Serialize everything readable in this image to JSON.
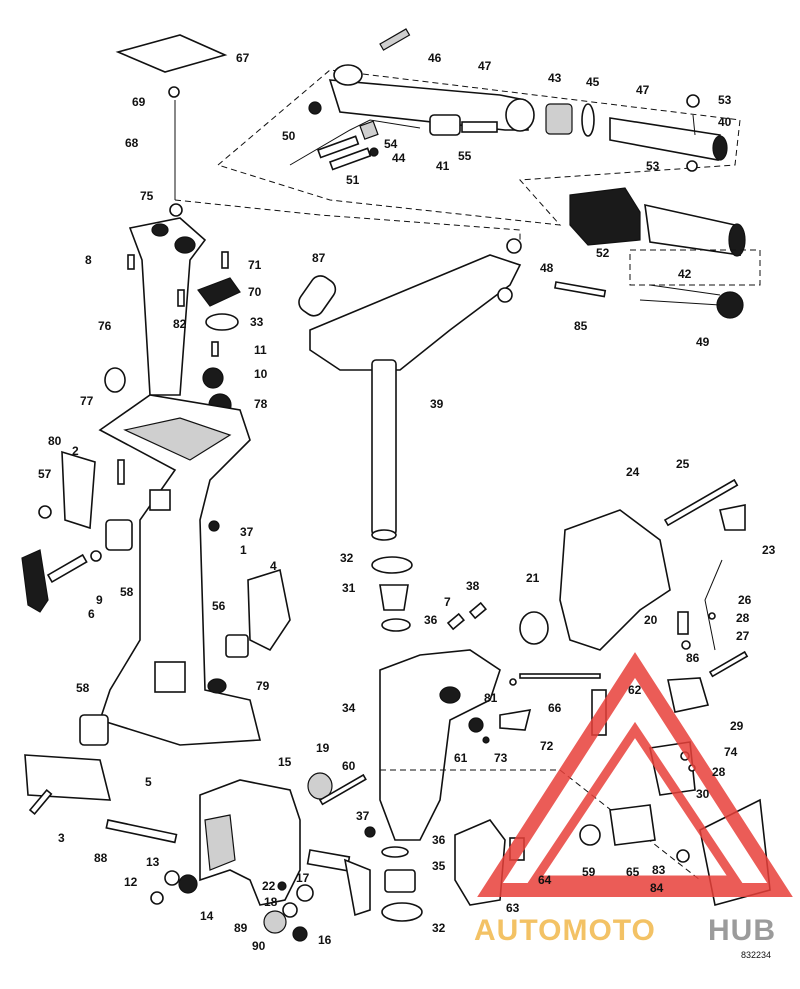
{
  "diagram": {
    "labels": [
      {
        "id": "p1",
        "text": "1"
      },
      {
        "id": "p2",
        "text": "2"
      },
      {
        "id": "p3",
        "text": "3"
      },
      {
        "id": "p4",
        "text": "4"
      },
      {
        "id": "p5",
        "text": "5"
      },
      {
        "id": "p6",
        "text": "6"
      },
      {
        "id": "p7",
        "text": "7"
      },
      {
        "id": "p8",
        "text": "8"
      },
      {
        "id": "p9",
        "text": "9"
      },
      {
        "id": "p10",
        "text": "10"
      },
      {
        "id": "p11",
        "text": "11"
      },
      {
        "id": "p12",
        "text": "12"
      },
      {
        "id": "p13",
        "text": "13"
      },
      {
        "id": "p14",
        "text": "14"
      },
      {
        "id": "p15",
        "text": "15"
      },
      {
        "id": "p16",
        "text": "16"
      },
      {
        "id": "p17",
        "text": "17"
      },
      {
        "id": "p18",
        "text": "18"
      },
      {
        "id": "p19",
        "text": "19"
      },
      {
        "id": "p20",
        "text": "20"
      },
      {
        "id": "p21",
        "text": "21"
      },
      {
        "id": "p22",
        "text": "22"
      },
      {
        "id": "p23",
        "text": "23"
      },
      {
        "id": "p24",
        "text": "24"
      },
      {
        "id": "p25",
        "text": "25"
      },
      {
        "id": "p26",
        "text": "26"
      },
      {
        "id": "p27",
        "text": "27"
      },
      {
        "id": "p28a",
        "text": "28"
      },
      {
        "id": "p28b",
        "text": "28"
      },
      {
        "id": "p29",
        "text": "29"
      },
      {
        "id": "p30",
        "text": "30"
      },
      {
        "id": "p31",
        "text": "31"
      },
      {
        "id": "p32a",
        "text": "32"
      },
      {
        "id": "p32b",
        "text": "32"
      },
      {
        "id": "p33",
        "text": "33"
      },
      {
        "id": "p34",
        "text": "34"
      },
      {
        "id": "p35",
        "text": "35"
      },
      {
        "id": "p36a",
        "text": "36"
      },
      {
        "id": "p36b",
        "text": "36"
      },
      {
        "id": "p37a",
        "text": "37"
      },
      {
        "id": "p37b",
        "text": "37"
      },
      {
        "id": "p38",
        "text": "38"
      },
      {
        "id": "p39",
        "text": "39"
      },
      {
        "id": "p40",
        "text": "40"
      },
      {
        "id": "p41",
        "text": "41"
      },
      {
        "id": "p42",
        "text": "42"
      },
      {
        "id": "p43",
        "text": "43"
      },
      {
        "id": "p44",
        "text": "44"
      },
      {
        "id": "p45",
        "text": "45"
      },
      {
        "id": "p46",
        "text": "46"
      },
      {
        "id": "p47a",
        "text": "47"
      },
      {
        "id": "p47b",
        "text": "47"
      },
      {
        "id": "p48",
        "text": "48"
      },
      {
        "id": "p49",
        "text": "49"
      },
      {
        "id": "p50",
        "text": "50"
      },
      {
        "id": "p51",
        "text": "51"
      },
      {
        "id": "p52",
        "text": "52"
      },
      {
        "id": "p53a",
        "text": "53"
      },
      {
        "id": "p53b",
        "text": "53"
      },
      {
        "id": "p54",
        "text": "54"
      },
      {
        "id": "p55",
        "text": "55"
      },
      {
        "id": "p56",
        "text": "56"
      },
      {
        "id": "p57",
        "text": "57"
      },
      {
        "id": "p58a",
        "text": "58"
      },
      {
        "id": "p58b",
        "text": "58"
      },
      {
        "id": "p59",
        "text": "59"
      },
      {
        "id": "p60",
        "text": "60"
      },
      {
        "id": "p61",
        "text": "61"
      },
      {
        "id": "p62",
        "text": "62"
      },
      {
        "id": "p63",
        "text": "63"
      },
      {
        "id": "p64",
        "text": "64"
      },
      {
        "id": "p65",
        "text": "65"
      },
      {
        "id": "p66",
        "text": "66"
      },
      {
        "id": "p67",
        "text": "67"
      },
      {
        "id": "p68",
        "text": "68"
      },
      {
        "id": "p69",
        "text": "69"
      },
      {
        "id": "p70",
        "text": "70"
      },
      {
        "id": "p71",
        "text": "71"
      },
      {
        "id": "p72",
        "text": "72"
      },
      {
        "id": "p73",
        "text": "73"
      },
      {
        "id": "p74",
        "text": "74"
      },
      {
        "id": "p75",
        "text": "75"
      },
      {
        "id": "p76",
        "text": "76"
      },
      {
        "id": "p77",
        "text": "77"
      },
      {
        "id": "p78",
        "text": "78"
      },
      {
        "id": "p79",
        "text": "79"
      },
      {
        "id": "p80",
        "text": "80"
      },
      {
        "id": "p81",
        "text": "81"
      },
      {
        "id": "p82",
        "text": "82"
      },
      {
        "id": "p83",
        "text": "83"
      },
      {
        "id": "p84",
        "text": "84"
      },
      {
        "id": "p85",
        "text": "85"
      },
      {
        "id": "p86",
        "text": "86"
      },
      {
        "id": "p87",
        "text": "87"
      },
      {
        "id": "p88",
        "text": "88"
      },
      {
        "id": "p89",
        "text": "89"
      },
      {
        "id": "p90",
        "text": "90"
      }
    ],
    "drawing_code": "832234"
  },
  "watermark": {
    "text_part1": "AUTOMOTO",
    "text_part2": "HUB",
    "color_primary": "#e8403a",
    "color_secondary": "#f2b84b",
    "color_tertiary": "#8a8a8a"
  }
}
